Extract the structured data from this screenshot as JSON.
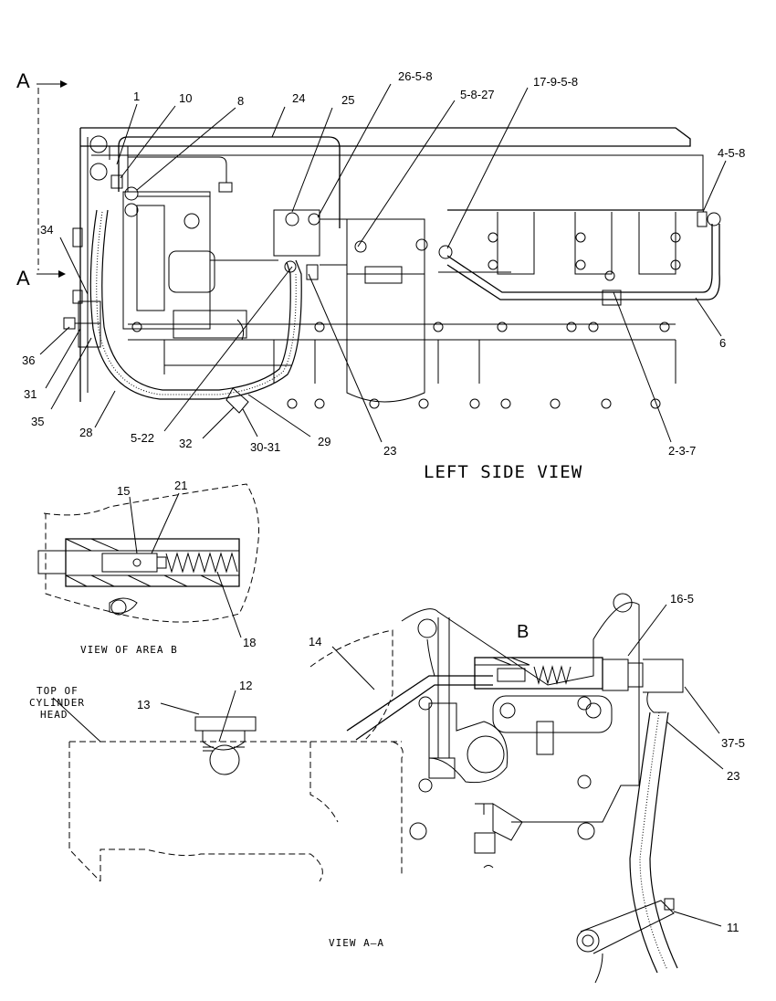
{
  "views": {
    "left_side_view": "LEFT SIDE VIEW",
    "view_area_b": "VIEW OF AREA B",
    "view_a_a": "VIEW A—A",
    "top_of_cylinder_head": [
      "TOP OF",
      "CYLINDER",
      "HEAD"
    ],
    "section_letter": "A",
    "area_letter": "B"
  },
  "callouts": {
    "c1": "1",
    "c10": "10",
    "c8": "8",
    "c24": "24",
    "c25": "25",
    "c26_5_8": "26-5-8",
    "c5_8_27": "5-8-27",
    "c17_9_5_8": "17-9-5-8",
    "c4_5_8": "4-5-8",
    "c34": "34",
    "c36": "36",
    "c31": "31",
    "c35": "35",
    "c28": "28",
    "c5_22": "5-22",
    "c32": "32",
    "c30_31": "30-31",
    "c29": "29",
    "c23_top": "23",
    "c2_3_7": "2-3-7",
    "c6": "6",
    "c15": "15",
    "c21": "21",
    "c18": "18",
    "c14": "14",
    "c16_5": "16-5",
    "c12": "12",
    "c13": "13",
    "c37_5": "37-5",
    "c23_bottom": "23",
    "c11": "11"
  }
}
